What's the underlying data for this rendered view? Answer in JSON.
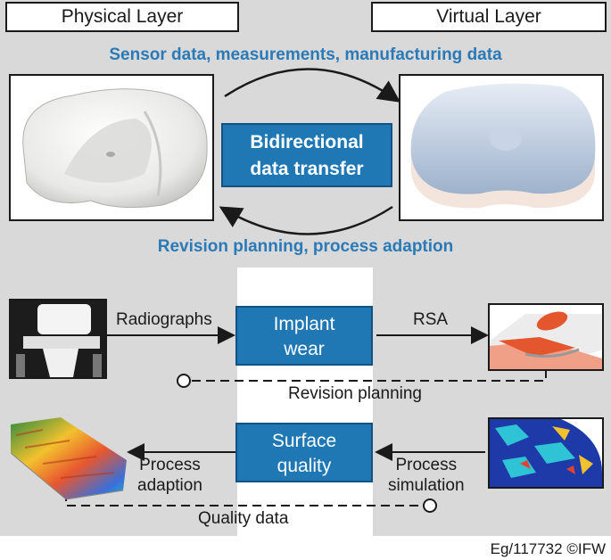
{
  "headers": {
    "physical": "Physical Layer",
    "virtual": "Virtual Layer"
  },
  "top_flow": "Sensor data, measurements, manufacturing data",
  "bottom_flow": "Revision planning, process adaption",
  "center_box": {
    "line1": "Bidirectional",
    "line2": "data transfer"
  },
  "row1": {
    "left_label": "Radiographs",
    "box": {
      "line1": "Implant",
      "line2": "wear"
    },
    "right_label": "RSA",
    "feedback_label": "Revision planning"
  },
  "row2": {
    "box": {
      "line1": "Surface",
      "line2": "quality"
    },
    "left_label": {
      "line1": "Process",
      "line2": "adaption"
    },
    "right_label": {
      "line1": "Process",
      "line2": "simulation"
    },
    "feedback_label": "Quality data"
  },
  "footer": "Eg/117732 ©IFW",
  "colors": {
    "accent_blue": "#1f77b4",
    "caption_blue": "#2a7ab8",
    "band_grey": "#d9d9d9"
  }
}
